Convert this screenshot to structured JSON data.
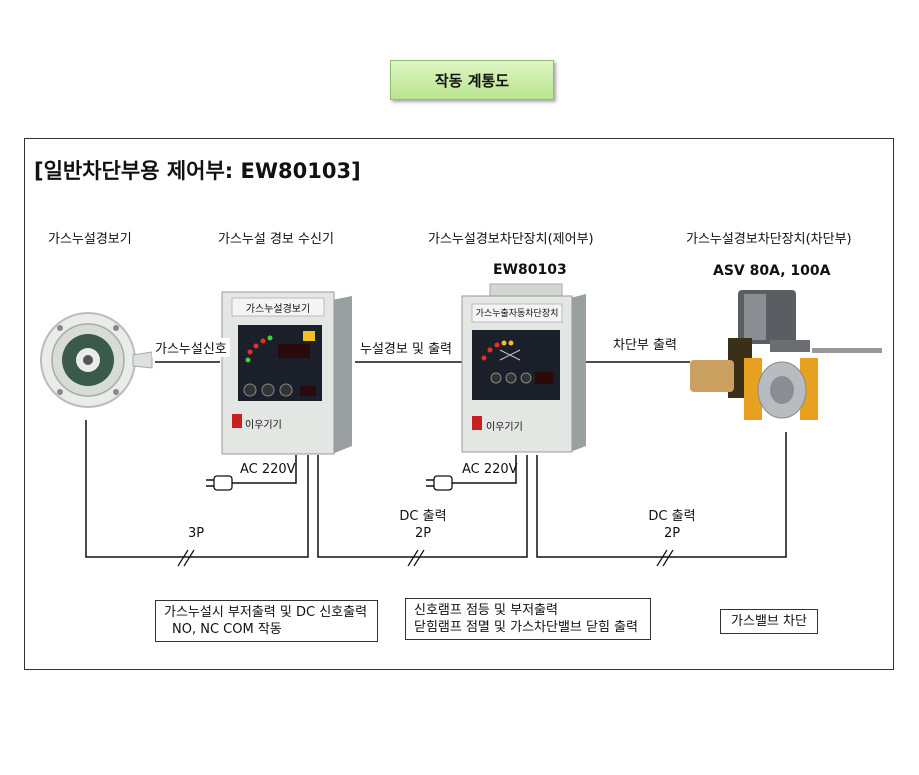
{
  "title": "작동 계통도",
  "heading": "[일반차단부용 제어부: EW80103]",
  "devices": {
    "detector": {
      "name": "가스누설경보기"
    },
    "receiver": {
      "name": "가스누설 경보 수신기",
      "panel_title": "가스누설경보기",
      "brand": "이우기기"
    },
    "controller": {
      "name": "가스누설경보차단장치(제어부)",
      "model": "EW80103",
      "panel_title": "가스누출자동차단장치",
      "brand": "이우기기"
    },
    "valve": {
      "name": "가스누설경보차단장치(차단부)",
      "model": "ASV 80A, 100A"
    }
  },
  "signals": {
    "detector_to_receiver": "가스누설신호",
    "receiver_to_controller": "누설경보 및 출력",
    "controller_to_valve": "차단부 출력",
    "receiver_power": "AC 220V",
    "controller_power": "AC 220V"
  },
  "cables": {
    "detector_receiver": {
      "line1": "3P"
    },
    "receiver_controller": {
      "line1": "DC 출력",
      "line2": "2P"
    },
    "controller_valve": {
      "line1": "DC 출력",
      "line2": "2P"
    }
  },
  "notes": {
    "receiver": {
      "line1": "가스누설시 부저출력 및 DC 신호출력",
      "line2": "NO, NC COM 작동"
    },
    "controller": {
      "line1": "신호램프 점등 및 부저출력",
      "line2": "닫힘램프 점멸 및 가스차단밸브 닫힘 출력"
    },
    "valve": {
      "line1": "가스밸브 차단"
    }
  },
  "colors": {
    "title_fill": "#c6ebaa",
    "valve_body": "#e8a020"
  }
}
